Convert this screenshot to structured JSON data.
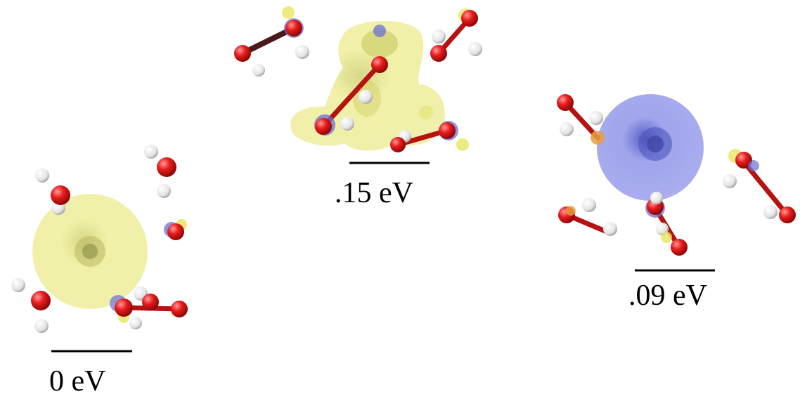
{
  "colors": {
    "background": "#ffffff",
    "oxygen": "#e01818",
    "hydrogen": "#f2f2f2",
    "bond": "#b51212",
    "bond_dark": "#4a1a1a",
    "isosurface_positive": "#eeee78",
    "isosurface_negative": "#6e74e8",
    "underline": "#000000"
  },
  "panels": [
    {
      "id": "left",
      "energy_label": "0 eV",
      "isosurface": "positive"
    },
    {
      "id": "middle",
      "energy_label": ".15 eV",
      "isosurface": "positive"
    },
    {
      "id": "right",
      "energy_label": ".09 eV",
      "isosurface": "negative"
    }
  ]
}
